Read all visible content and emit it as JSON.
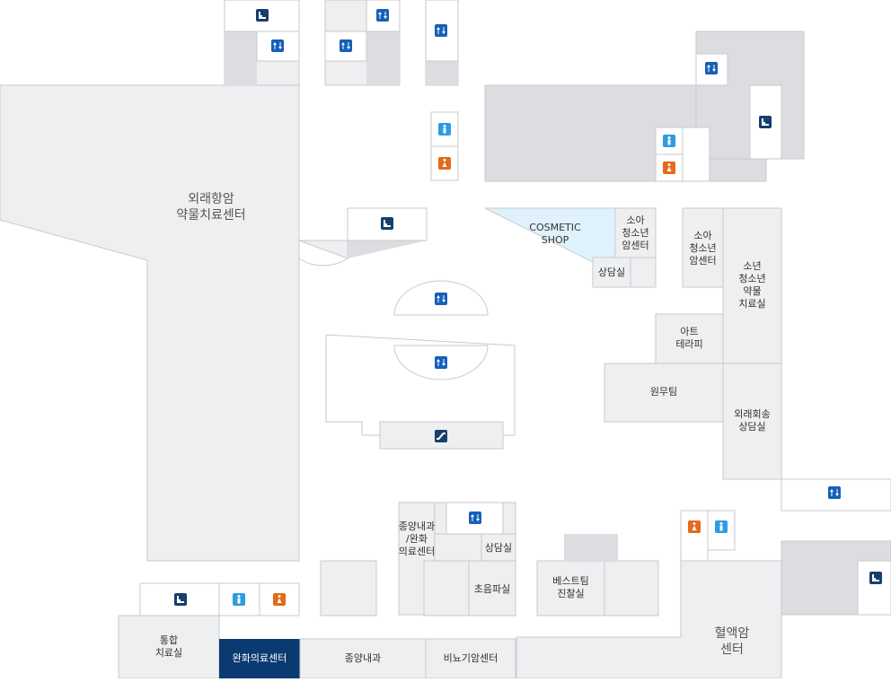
{
  "map": {
    "colors": {
      "background": "#ffffff",
      "zone": "#eeeff1",
      "zone_dark": "#dcdde0",
      "outline": "#c9cacd",
      "cosmetic": "#dff1fd",
      "highlight": "#0b3a73",
      "icon_blue": "#1660b8",
      "icon_navy": "#173f6e",
      "icon_male": "#2f9be2",
      "icon_female": "#e46a1c"
    },
    "labels": {
      "outpatient_chemo": "외래항암\n약물치료센터",
      "cosmetic_shop": "COSMETIC\nSHOP",
      "pediatric_cancer_1": "소아\n청소년\n암센터",
      "pediatric_cancer_2": "소아\n청소년\n암센터",
      "consult_1": "상담실",
      "youth_chemo": "소년\n청소년\n약물\n치료실",
      "art_therapy": "아트\n테라피",
      "one_team": "원무팀",
      "outpatient_transfer": "외래회송\n상담실",
      "oncology_palliative": "종양내과\n/완화\n의료센터",
      "consult_2": "상담실",
      "ultrasound": "초음파실",
      "best_team": "베스트팀\n진찰실",
      "integrated_therapy": "통합\n치료실",
      "palliative_center": "완화의료센터",
      "oncology": "종양내과",
      "ent_cancer": "비뇨기암센터",
      "blood_cancer": "혈액암\n센터"
    },
    "icons": [
      {
        "type": "stairs-icon",
        "name": "stairs-icon"
      },
      {
        "type": "elevator-icon",
        "name": "elevator-icon"
      },
      {
        "type": "male-restroom-icon",
        "name": "male-restroom-icon"
      },
      {
        "type": "female-restroom-icon",
        "name": "female-restroom-icon"
      },
      {
        "type": "escalator-icon",
        "name": "escalator-icon"
      }
    ]
  }
}
